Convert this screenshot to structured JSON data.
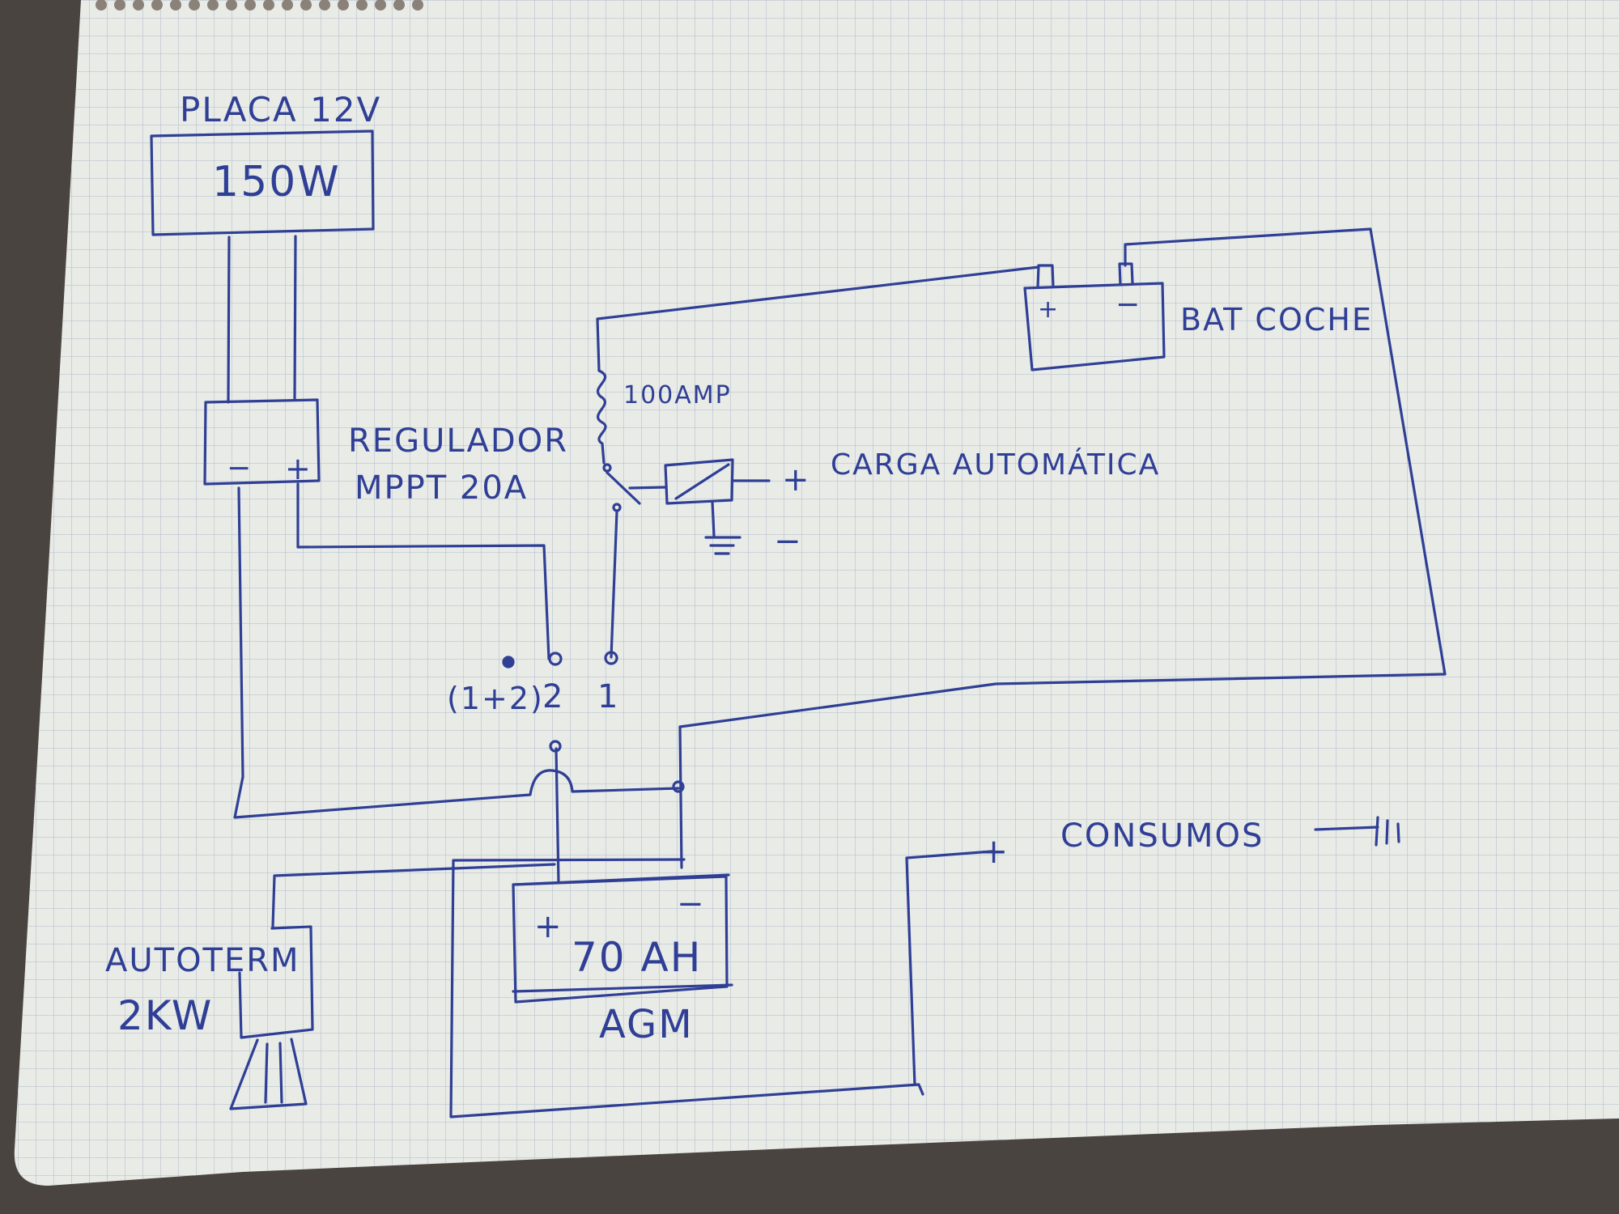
{
  "colors": {
    "ink": "#2f3f95",
    "paper": "#e9ebe7",
    "grid": "#b9c3cf",
    "table": "#4a4440",
    "wire_ring": "#8a8278"
  },
  "labels": {
    "panel_title": "PLACA 12V",
    "panel_power": "150W",
    "regulator_line1": "REGULADOR",
    "regulator_line2": "MPPT 20A",
    "regulator_minus": "−",
    "regulator_plus": "+",
    "fuse": "100AMP",
    "relay_plus": "+",
    "relay_text": "CARGA  AUTOMÁTICA",
    "relay_minus": "−",
    "car_battery_plus": "+",
    "car_battery_minus": "−",
    "car_battery": "BAT COCHE",
    "switch_both": "(1+2)",
    "switch_2": "2",
    "switch_1": "1",
    "agm_plus": "+",
    "agm_minus": "−",
    "agm_capacity": "70 AH",
    "agm_type": "AGM",
    "heater_line1": "AUTOTERM",
    "heater_line2": "2KW",
    "loads_plus": "+",
    "loads": "CONSUMOS"
  }
}
